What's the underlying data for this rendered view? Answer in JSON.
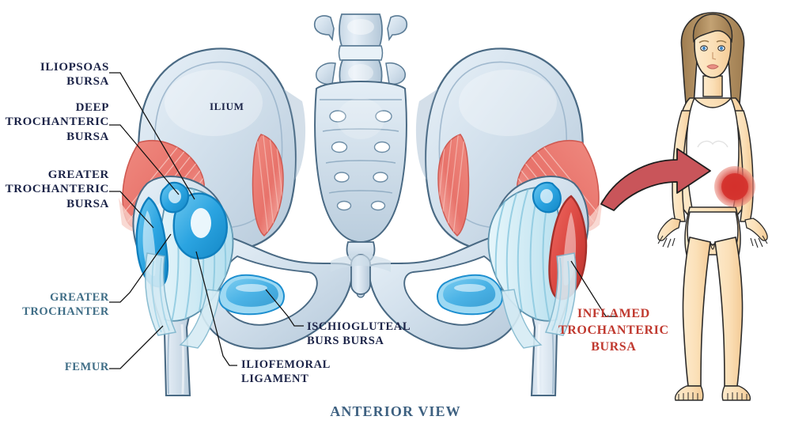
{
  "figure": {
    "title": "ANTERIOR VIEW",
    "subject": "hip-bursitis-anatomy",
    "background_color": "#ffffff"
  },
  "labels": {
    "iliopsoas_bursa": "ILIOPSOAS\nBURSA",
    "deep_trochanteric_bursa": "DEEP\nTROCHANTERIC\nBURSA",
    "greater_trochanteric_bursa": "GREATER\nTROCHANTERIC\nBURSA",
    "greater_trochanter": "GREATER\nTROCHANTER",
    "femur": "FEMUR",
    "ischiogluteal_bursa": "ISCHIOGLUTEAL\nBURS BURSA",
    "iliofemoral_ligament": "ILIOFEMORAL\nLIGAMENT",
    "inflamed_trochanteric_bursa": "INFLAMED\nTROCHANTERIC\nBURSA",
    "ilium": "ILIUM"
  },
  "colors": {
    "label_dark": "#1b2347",
    "label_slate": "#3f6d86",
    "label_red": "#c0392f",
    "title_slate": "#3d6080",
    "bone_light": "#dbe6f0",
    "bone_mid": "#c2d3e2",
    "bone_shadow": "#a8bdd0",
    "bone_outline": "#4a6a84",
    "muscle_red": "#e8736b",
    "muscle_red_light": "#f3a49c",
    "bursa_blue": "#29a3e0",
    "bursa_blue_light": "#8fd6f2",
    "ligament_blue": "#cfeaf4",
    "inflamed_red": "#d9453f",
    "arrow_red": "#c9555a",
    "skin": "#fbe0b8",
    "skin_shade": "#f6cf9c",
    "hair": "#b08c5e",
    "garment_white": "#ffffff",
    "pain_marker": "#d9453f",
    "leader_line": "#111111"
  },
  "anatomy_parts": [
    {
      "name": "lumbar-vertebra",
      "kind": "bone"
    },
    {
      "name": "sacrum",
      "kind": "bone",
      "foramina_pairs": 4
    },
    {
      "name": "coccyx",
      "kind": "bone"
    },
    {
      "name": "ilium-left",
      "kind": "bone"
    },
    {
      "name": "ilium-right",
      "kind": "bone"
    },
    {
      "name": "pubic-symphysis",
      "kind": "bone"
    },
    {
      "name": "obturator-foramen-left",
      "kind": "opening"
    },
    {
      "name": "obturator-foramen-right",
      "kind": "opening"
    },
    {
      "name": "femur-left",
      "kind": "bone"
    },
    {
      "name": "femur-right",
      "kind": "bone"
    },
    {
      "name": "iliopsoas-muscle-left",
      "kind": "muscle"
    },
    {
      "name": "iliopsoas-muscle-right",
      "kind": "muscle"
    },
    {
      "name": "gluteus-muscle-left",
      "kind": "muscle"
    },
    {
      "name": "gluteus-muscle-right",
      "kind": "muscle"
    },
    {
      "name": "iliopsoas-bursa",
      "kind": "bursa",
      "state": "normal"
    },
    {
      "name": "deep-trochanteric-bursa",
      "kind": "bursa",
      "state": "normal"
    },
    {
      "name": "greater-trochanteric-bursa",
      "kind": "bursa",
      "state": "normal"
    },
    {
      "name": "ischiogluteal-bursa-left",
      "kind": "bursa",
      "state": "normal"
    },
    {
      "name": "ischiogluteal-bursa-right",
      "kind": "bursa",
      "state": "normal"
    },
    {
      "name": "iliofemoral-ligament",
      "kind": "ligament"
    },
    {
      "name": "trochanteric-bursa-right",
      "kind": "bursa",
      "state": "inflamed"
    }
  ],
  "body_figure": {
    "name": "female-body-figure",
    "hair": "long-brown",
    "eyes": "blue",
    "clothing": "white-tank-top-and-briefs",
    "pain_location": "right-hip",
    "arrow": "curved-right-arrow"
  }
}
